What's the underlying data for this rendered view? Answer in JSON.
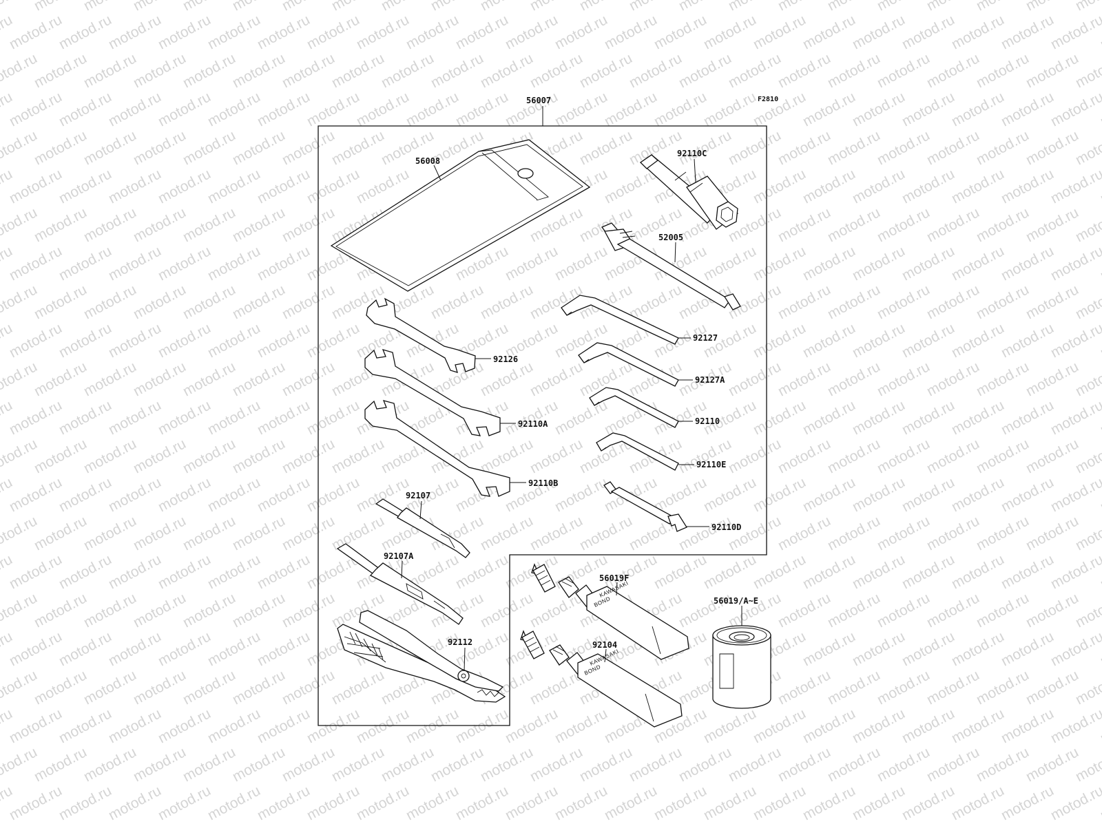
{
  "watermark": {
    "text": "motod.ru"
  },
  "figure": {
    "code": "F2810"
  },
  "brand": {
    "line1": "KAWASAKI",
    "line2": "BOND"
  },
  "parts": {
    "kit": "56007",
    "pouch": "56008",
    "plug_wrench": "92110C",
    "spoke_wrench": "52005",
    "hex_wrench_1": "92127",
    "hex_wrench_2": "92127A",
    "hex_wrench_3": "92110",
    "hex_wrench_4": "92110E",
    "screwdriver_bit_tool": "92110D",
    "open_wrench_1": "92126",
    "open_wrench_2": "92110A",
    "open_wrench_3": "92110B",
    "screwdriver_1": "92107",
    "screwdriver_2": "92107A",
    "pliers": "92112",
    "bond_tube_1": "56019F",
    "bond_tube_2": "92104",
    "bond_can": "56019/A~E"
  }
}
